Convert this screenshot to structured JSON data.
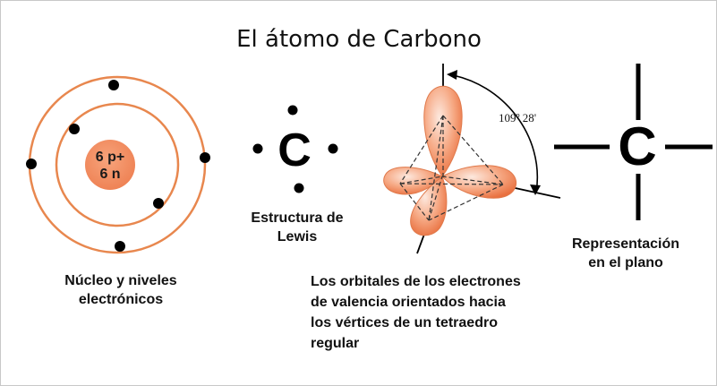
{
  "title": "El átomo de Carbono",
  "nucleus": {
    "line1": "6 p+",
    "line2": "6 n"
  },
  "lewis": {
    "symbol": "C",
    "caption_line1": "Estructura de",
    "caption_line2": "Lewis"
  },
  "orbitals": {
    "angle": "109º 28'",
    "caption": [
      "Los orbitales de los electrones",
      "de valencia orientados hacia",
      "los vértices de un tetraedro",
      "regular"
    ]
  },
  "shells_caption": [
    "Núcleo y niveles",
    "electrónicos"
  ],
  "plane": {
    "symbol": "C",
    "caption_line1": "Representación",
    "caption_line2": "en el plano"
  },
  "colors": {
    "orbital": "#f08a5d",
    "orbital_light": "#fde3d6",
    "shell": "#e8874e",
    "nucleus": "#f08a5d"
  }
}
